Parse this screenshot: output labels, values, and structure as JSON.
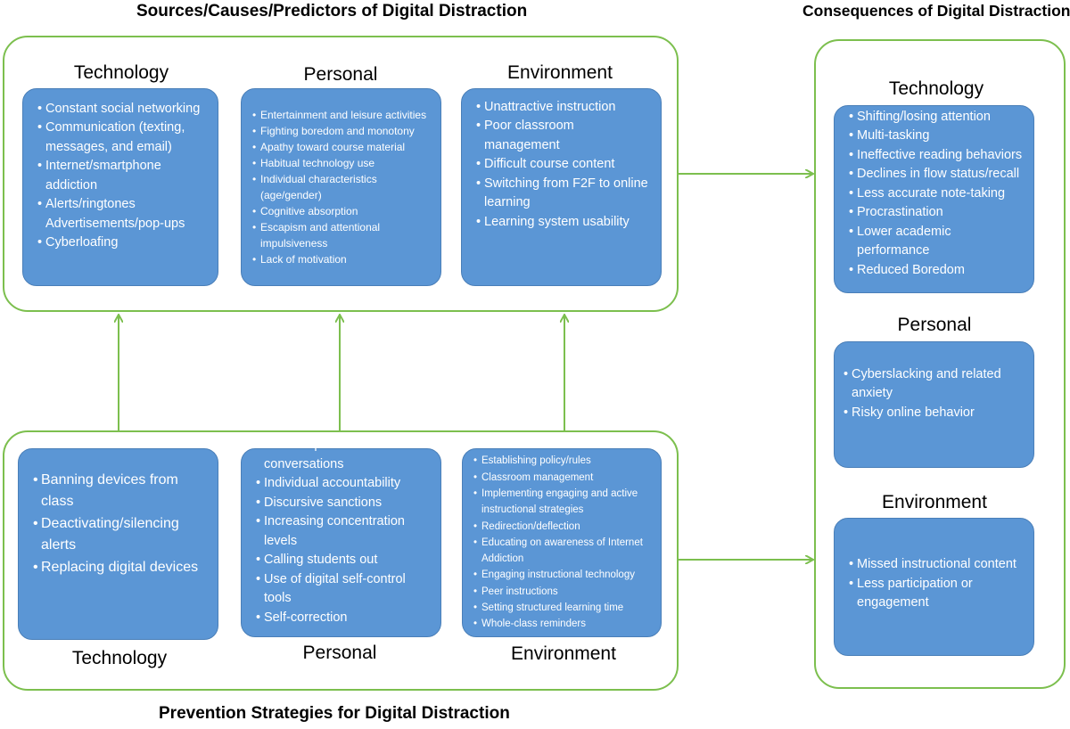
{
  "titles": {
    "sources": "Sources/Causes/Predictors of Digital Distraction",
    "consequences": "Consequences of Digital Distraction",
    "prevention": "Prevention Strategies for Digital Distraction"
  },
  "sources": {
    "technology": {
      "label": "Technology",
      "items": [
        "Constant social networking",
        "Communication (texting, messages, and email)",
        "Internet/smartphone addiction",
        "Alerts/ringtones Advertisements/pop-ups",
        "Cyberloafing"
      ]
    },
    "personal": {
      "label": "Personal",
      "items": [
        "Entertainment and leisure activities",
        "Fighting boredom and monotony",
        "Apathy toward course material",
        "Habitual technology use",
        "Individual characteristics (age/gender)",
        "Cognitive absorption",
        "Escapism and attentional impulsiveness",
        "Lack of motivation"
      ]
    },
    "environment": {
      "label": "Environment",
      "items": [
        "Unattractive instruction",
        "Poor classroom management",
        "Difficult course content",
        "Switching from F2F to online learning",
        "Learning system usability"
      ]
    }
  },
  "prevention": {
    "technology": {
      "label": "Technology",
      "items": [
        "Banning devices from class",
        "Deactivating/silencing alerts",
        "Replacing digital devices"
      ]
    },
    "personal": {
      "label": "Personal",
      "items": [
        "Informal/private conversations",
        "Individual accountability",
        "Discursive sanctions",
        "Increasing concentration levels",
        "Calling students out",
        "Use of digital self-control tools",
        "Self-correction"
      ]
    },
    "environment": {
      "label": "Environment",
      "items": [
        "Establishing policy/rules",
        "Classroom management",
        "Implementing engaging and active instructional strategies",
        "Redirection/deflection",
        "Educating on awareness of Internet Addiction",
        "Engaging instructional technology",
        "Peer instructions",
        "Setting structured learning time",
        "Whole-class reminders"
      ]
    }
  },
  "consequences": {
    "technology": {
      "label": "Technology",
      "items": [
        "Shifting/losing attention",
        "Multi-tasking",
        "Ineffective reading behaviors",
        "Declines in flow status/recall",
        "Less accurate note-taking",
        "Procrastination",
        "Lower academic performance",
        "Reduced Boredom"
      ]
    },
    "personal": {
      "label": "Personal",
      "items": [
        "Cyberslacking and related anxiety",
        "Risky online behavior"
      ]
    },
    "environment": {
      "label": "Environment",
      "items": [
        "Missed instructional content",
        "Less participation or engagement"
      ]
    }
  },
  "colors": {
    "box_fill": "#5b96d5",
    "group_border": "#7cbf4e",
    "arrow": "#7cbf4e"
  }
}
